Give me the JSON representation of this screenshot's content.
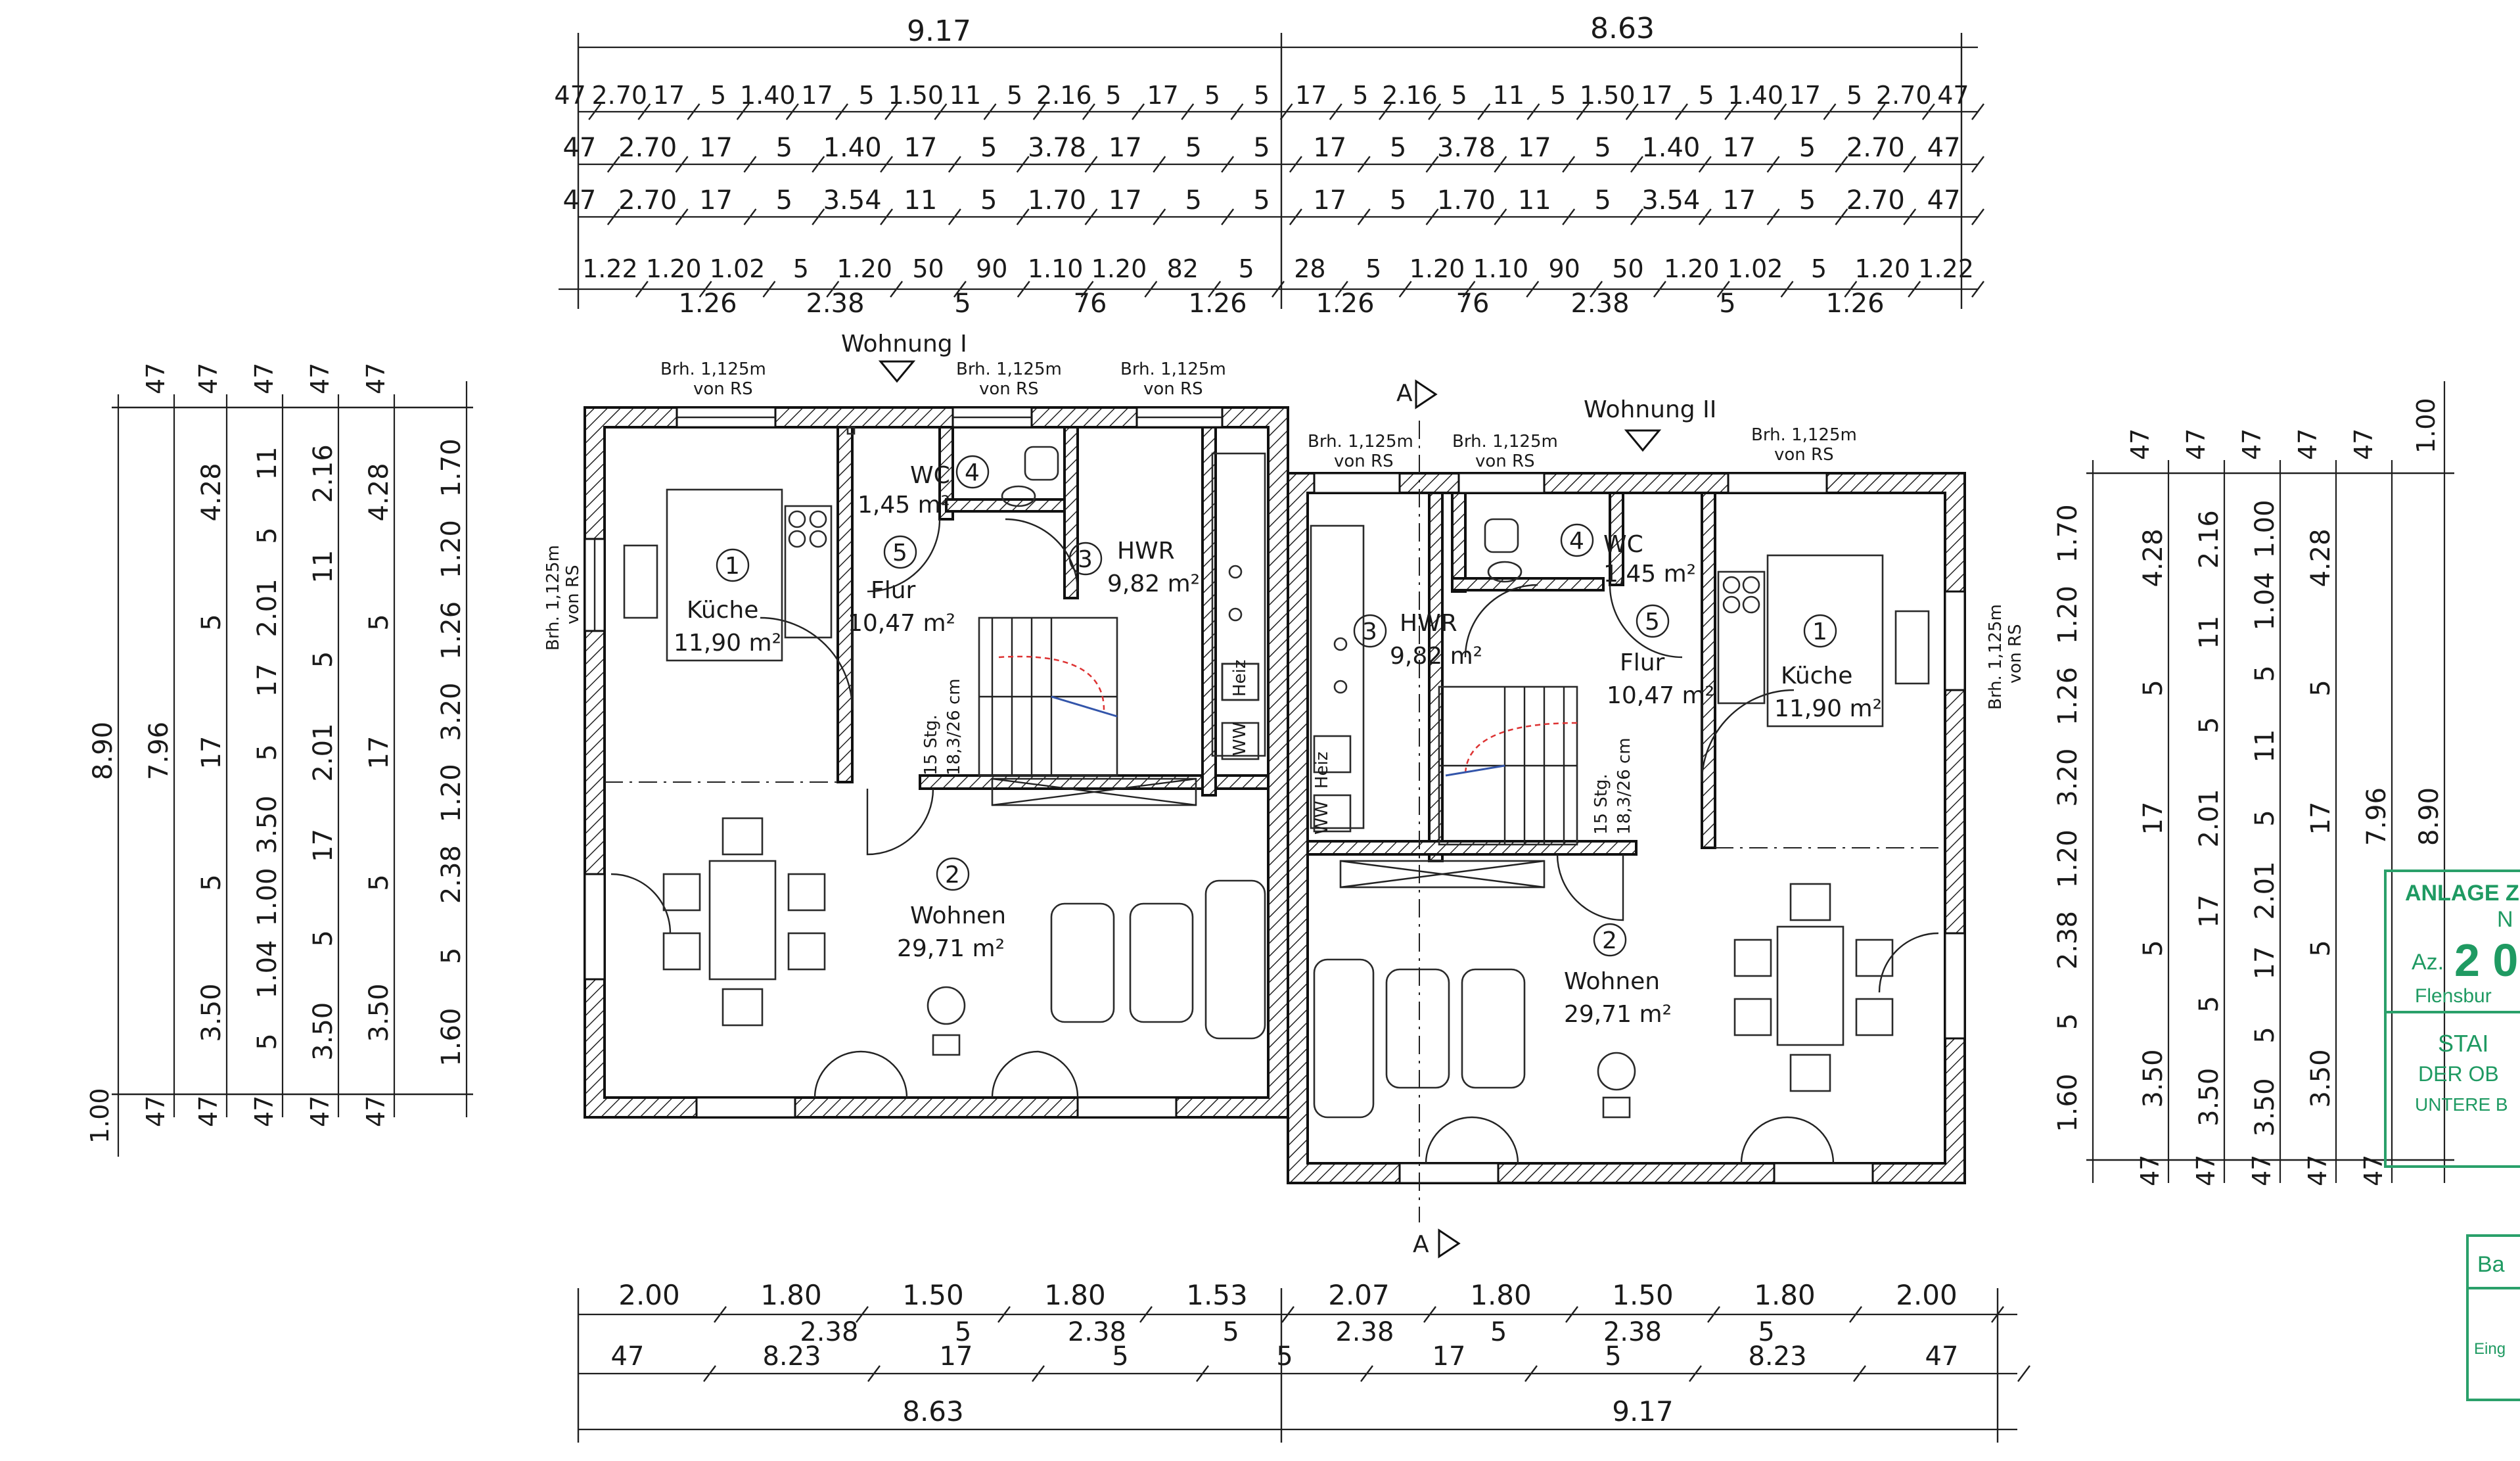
{
  "dims_top": {
    "overall": [
      "9.17",
      "8.63"
    ],
    "row1": [
      "47",
      "2.70",
      "17",
      "5",
      "1.40",
      "17",
      "5",
      "1.50",
      "11",
      "5",
      "2.16",
      "5",
      "17",
      "5",
      "5",
      "17",
      "5",
      "2.16",
      "5",
      "11",
      "5",
      "1.50",
      "17",
      "5",
      "1.40",
      "17",
      "5",
      "2.70",
      "47"
    ],
    "row2": [
      "47",
      "2.70",
      "17",
      "5",
      "1.40",
      "17",
      "5",
      "3.78",
      "17",
      "5",
      "5",
      "17",
      "5",
      "3.78",
      "17",
      "5",
      "1.40",
      "17",
      "5",
      "2.70",
      "47"
    ],
    "row3": [
      "47",
      "2.70",
      "17",
      "5",
      "3.54",
      "11",
      "5",
      "1.70",
      "17",
      "5",
      "5",
      "17",
      "5",
      "1.70",
      "11",
      "5",
      "3.54",
      "17",
      "5",
      "2.70",
      "47"
    ],
    "row4a": [
      "1.22",
      "1.20",
      "1.02",
      "5",
      "1.20",
      "50",
      "90",
      "1.10",
      "1.20",
      "82",
      "5",
      "28",
      "5",
      "1.20",
      "1.10",
      "90",
      "50",
      "1.20",
      "1.02",
      "5",
      "1.20",
      "1.22"
    ],
    "row4b": [
      "1.26",
      "2.38",
      "5",
      "76",
      "1.26",
      "1.26",
      "76",
      "2.38",
      "5",
      "1.26"
    ]
  },
  "dims_bottom": {
    "row1": [
      "2.00",
      "1.80",
      "1.50",
      "1.80",
      "1.53",
      "2.07",
      "1.80",
      "1.50",
      "1.80",
      "2.00"
    ],
    "row1b": [
      "2.38",
      "5",
      "2.38",
      "5",
      "2.38",
      "5",
      "2.38",
      "5"
    ],
    "row2": [
      "47",
      "8.23",
      "17",
      "5",
      "5",
      "17",
      "5",
      "8.23",
      "47"
    ],
    "row3": [
      "8.63",
      "9.17"
    ]
  },
  "dims_left": {
    "top": [
      "47",
      "47",
      "47",
      "47",
      "47"
    ],
    "bottom": [
      "47",
      "47",
      "47",
      "47",
      "47",
      "1.00"
    ],
    "col1": "8.90",
    "col2": "7.96",
    "col3": [
      "4.28",
      "5",
      "17",
      "5",
      "3.50"
    ],
    "col4": [
      "11",
      "5",
      "2.01",
      "17",
      "5",
      "3.50",
      "1.00",
      "1.04",
      "5"
    ],
    "col5": [
      "2.16",
      "11",
      "5",
      "2.01",
      "17",
      "5",
      "3.50"
    ],
    "col6": [
      "4.28",
      "5",
      "17",
      "5",
      "3.50"
    ],
    "col7": [
      "1.70",
      "1.20",
      "1.26",
      "3.20",
      "1.20",
      "2.38",
      "5",
      "1.60"
    ]
  },
  "dims_right": {
    "top": [
      "47",
      "47",
      "47",
      "47",
      "47",
      "1.00"
    ],
    "bottom": [
      "47",
      "47",
      "47",
      "47",
      "47"
    ],
    "col1": [
      "1.70",
      "1.20",
      "1.26",
      "3.20",
      "1.20",
      "2.38",
      "5",
      "1.60"
    ],
    "col2": [
      "4.28",
      "5",
      "17",
      "5",
      "3.50"
    ],
    "col3": [
      "2.16",
      "11",
      "5",
      "2.01",
      "17",
      "5",
      "3.50"
    ],
    "col4": [
      "1.00",
      "1.04",
      "5",
      "11",
      "5",
      "2.01",
      "17",
      "5",
      "3.50"
    ],
    "col5": [
      "4.28",
      "5",
      "17",
      "5",
      "3.50"
    ],
    "col6": "7.96",
    "col7": "8.90"
  },
  "markers": {
    "unit1": "Wohnung I",
    "unit2": "Wohnung II",
    "section_top": "A",
    "section_bottom": "A",
    "window_note": "Brh. 1,125m",
    "window_note2": "von RS"
  },
  "unit1_rooms": [
    {
      "num": "1",
      "name": "Küche",
      "area": "11,90 m²"
    },
    {
      "num": "2",
      "name": "Wohnen",
      "area": "29,71 m²"
    },
    {
      "num": "3",
      "name": "HWR",
      "area": "9,82 m²"
    },
    {
      "num": "4",
      "name": "WC",
      "area": "1,45 m²"
    },
    {
      "num": "5",
      "name": "Flur",
      "area": "10,47 m²"
    }
  ],
  "unit2_rooms": [
    {
      "num": "1",
      "name": "Küche",
      "area": "11,90 m²"
    },
    {
      "num": "2",
      "name": "Wohnen",
      "area": "29,71 m²"
    },
    {
      "num": "3",
      "name": "HWR",
      "area": "9,82 m²"
    },
    {
      "num": "4",
      "name": "WC",
      "area": "1,45 m²"
    },
    {
      "num": "5",
      "name": "Flur",
      "area": "10,47 m²"
    }
  ],
  "stairs": {
    "steps": "15 Stg.",
    "rise": "18,3/26 cm"
  },
  "equipment": {
    "ww": "WW",
    "heizung": "Heiz"
  },
  "stamp": {
    "line1": "ANLAGE Z",
    "line2": "N",
    "line3a": "Az.",
    "line3b": "2 0",
    "line4": "Flensbur",
    "line5": "STAI",
    "line6": "DER OB",
    "line7": "UNTERE B",
    "box2_a": "Ba",
    "box2_b": "Eing"
  },
  "colors": {
    "ink": "#1f1f1f",
    "stamp": "#1f9a62",
    "paper": "#ffffff"
  }
}
